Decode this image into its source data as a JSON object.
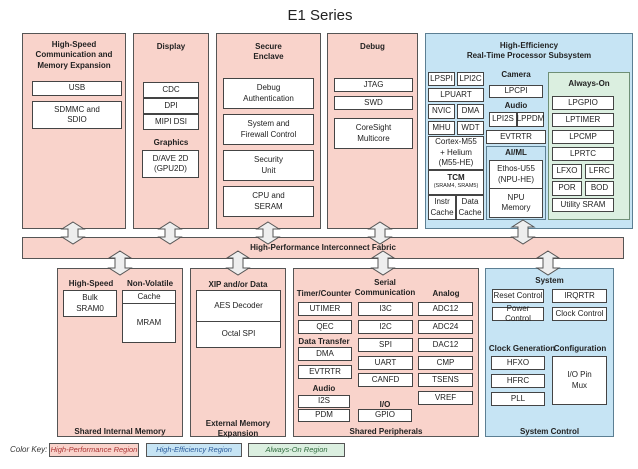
{
  "title": "E1 Series",
  "hs_comm": {
    "title": "High-Speed\nCommunication and\nMemory Expansion",
    "usb": "USB",
    "sdmmc": "SDMMC and\nSDIO"
  },
  "display": {
    "title": "Display",
    "cdc": "CDC",
    "dpi": "DPI",
    "mipi": "MIPI DSI",
    "graphics": "Graphics",
    "dave": "D/AVE 2D\n(GPU2D)"
  },
  "secure": {
    "title": "Secure\nEnclave",
    "debug_auth": "Debug\nAuthentication",
    "sysfw": "System and\nFirewall Control",
    "sec_unit": "Security\nUnit",
    "cpu": "CPU and\nSERAM"
  },
  "debug": {
    "title": "Debug",
    "jtag": "JTAG",
    "swd": "SWD",
    "coresight": "CoreSight\nMulticore"
  },
  "he": {
    "title": "High-Efficiency\nReal-Time Processor Subsystem",
    "lpspi": "LPSPI",
    "lpi2c": "LPI2C",
    "lpuart": "LPUART",
    "nvic": "NVIC",
    "dma": "DMA",
    "mhu": "MHU",
    "wdt": "WDT",
    "cortex": "Cortex-M55\n+ Helium\n(M55-HE)",
    "tcm": "TCM",
    "tcm_sub": "(SRAM4, SRAM5)",
    "instr": "Instr\nCache",
    "data": "Data\nCache",
    "camera": "Camera",
    "lpcpi": "LPCPI",
    "audio": "Audio",
    "lpi2s": "LPI2S",
    "lppdm": "LPPDM",
    "evtrtr": "EVTRTR",
    "aiml": "AI/ML",
    "ethos": "Ethos-U55\n(NPU-HE)",
    "npumem": "NPU\nMemory"
  },
  "always_on": {
    "title": "Always-On",
    "lpgpio": "LPGPIO",
    "lptimer": "LPTIMER",
    "lpcmp": "LPCMP",
    "lprtc": "LPRTC",
    "lfxo": "LFXO",
    "lfrc": "LFRC",
    "por": "POR",
    "bod": "BOD",
    "usram": "Utility SRAM"
  },
  "fabric": "High-Performance Interconnect Fabric",
  "sim": {
    "title": "Shared Internal Memory",
    "hs": "High-Speed",
    "nv": "Non-Volatile",
    "bulk": "Bulk\nSRAM0",
    "cache": "Cache",
    "mram": "MRAM"
  },
  "ext": {
    "title": "External Memory\nExpansion",
    "xip": "XIP and/or Data",
    "aes": "AES Decoder",
    "ospi": "Octal SPI"
  },
  "periph": {
    "title": "Shared Peripherals",
    "timer": "Timer/Counter",
    "utimer": "UTIMER",
    "qec": "QEC",
    "xfer": "Data Transfer",
    "dma": "DMA",
    "evtrtr": "EVTRTR",
    "audio": "Audio",
    "i2s": "I2S",
    "pdm": "PDM",
    "serial": "Serial\nCommunication",
    "i3c": "I3C",
    "i2c": "I2C",
    "spi": "SPI",
    "uart": "UART",
    "canfd": "CANFD",
    "io": "I/O",
    "gpio": "GPIO",
    "analog": "Analog",
    "adc12": "ADC12",
    "adc24": "ADC24",
    "dac12": "DAC12",
    "cmp": "CMP",
    "tsens": "TSENS",
    "vref": "VREF"
  },
  "sysctl": {
    "title": "System Control",
    "system": "System",
    "reset": "Reset Control",
    "irqrtr": "IRQRTR",
    "power": "Power Control",
    "clock": "Clock Control",
    "clkgen": "Clock Generation",
    "config": "Configuration",
    "hfxo": "HFXO",
    "hfrc": "HFRC",
    "pll": "PLL",
    "iomux": "I/O Pin\nMux"
  },
  "color_key": {
    "label": "Color Key:",
    "hp": "High-Performance Region",
    "he": "High-Efficiency Region",
    "ao": "Always-On Region"
  },
  "colors": {
    "high_performance": "#f9d3cb",
    "high_efficiency": "#c6e4f4",
    "always_on": "#dbefe0"
  }
}
